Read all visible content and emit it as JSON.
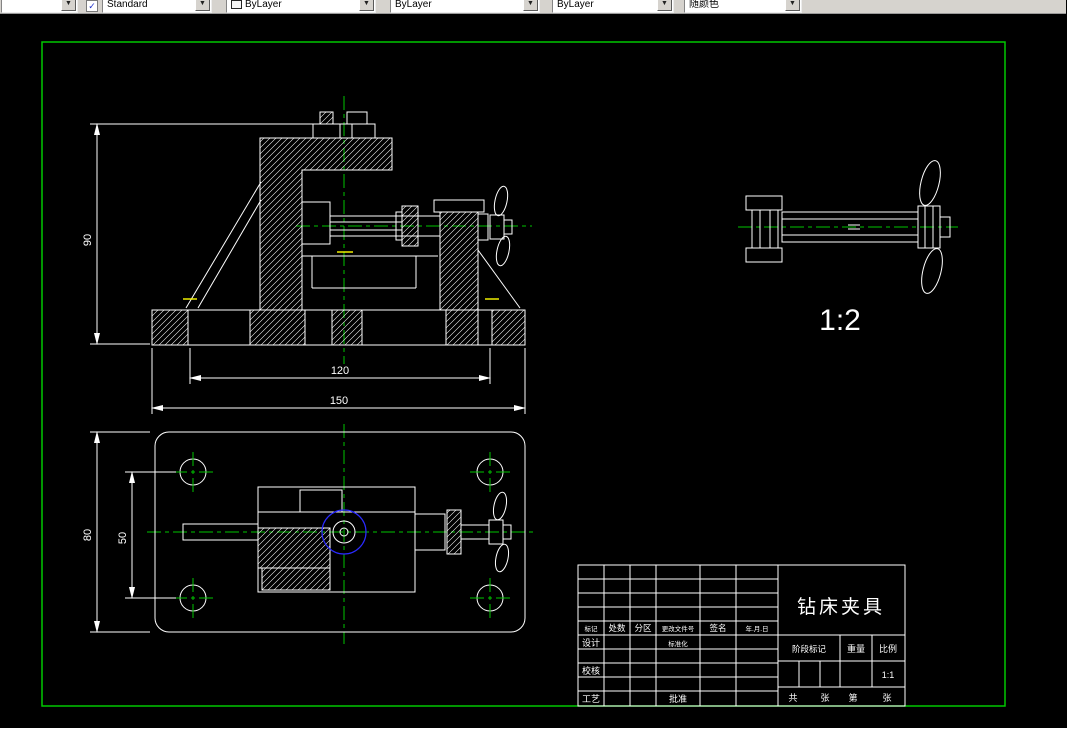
{
  "toolbar": {
    "layer_value": "",
    "style_value": "Standard",
    "color_value": "ByLayer",
    "linetype_value": "ByLayer",
    "lineweight_value": "ByLayer",
    "plotstyle_value": "随颜色",
    "dropdown_arrow": "▼",
    "style_icon_glyph": "✓"
  },
  "drawing": {
    "dims": {
      "height90": "90",
      "width120": "120",
      "width150": "150",
      "height80": "80",
      "spacing50": "50"
    },
    "detail_scale_label": "1:2",
    "title_block": {
      "title": "钻床夹具",
      "rev": [
        "标记",
        "处数",
        "分区",
        "更改文件号",
        "签名",
        "年.月.日"
      ],
      "design": "设计",
      "standardize": "标准化",
      "check": "校核",
      "process": "工艺",
      "approve": "批准",
      "stage": "阶段标记",
      "weight": "重量",
      "scale": "比例",
      "scale_value": "1:1",
      "sheet_total_label": "共",
      "sheet_unit1": "张",
      "sheet_index_label": "第",
      "sheet_unit2": "张"
    }
  },
  "colors": {
    "geometry": "#ffffff",
    "frame": "#00c800",
    "centerline": "#00c400",
    "highlight": "#ffff00",
    "detail_blue": "#2a2aff",
    "toolbar_bg": "#d6d3ce"
  }
}
